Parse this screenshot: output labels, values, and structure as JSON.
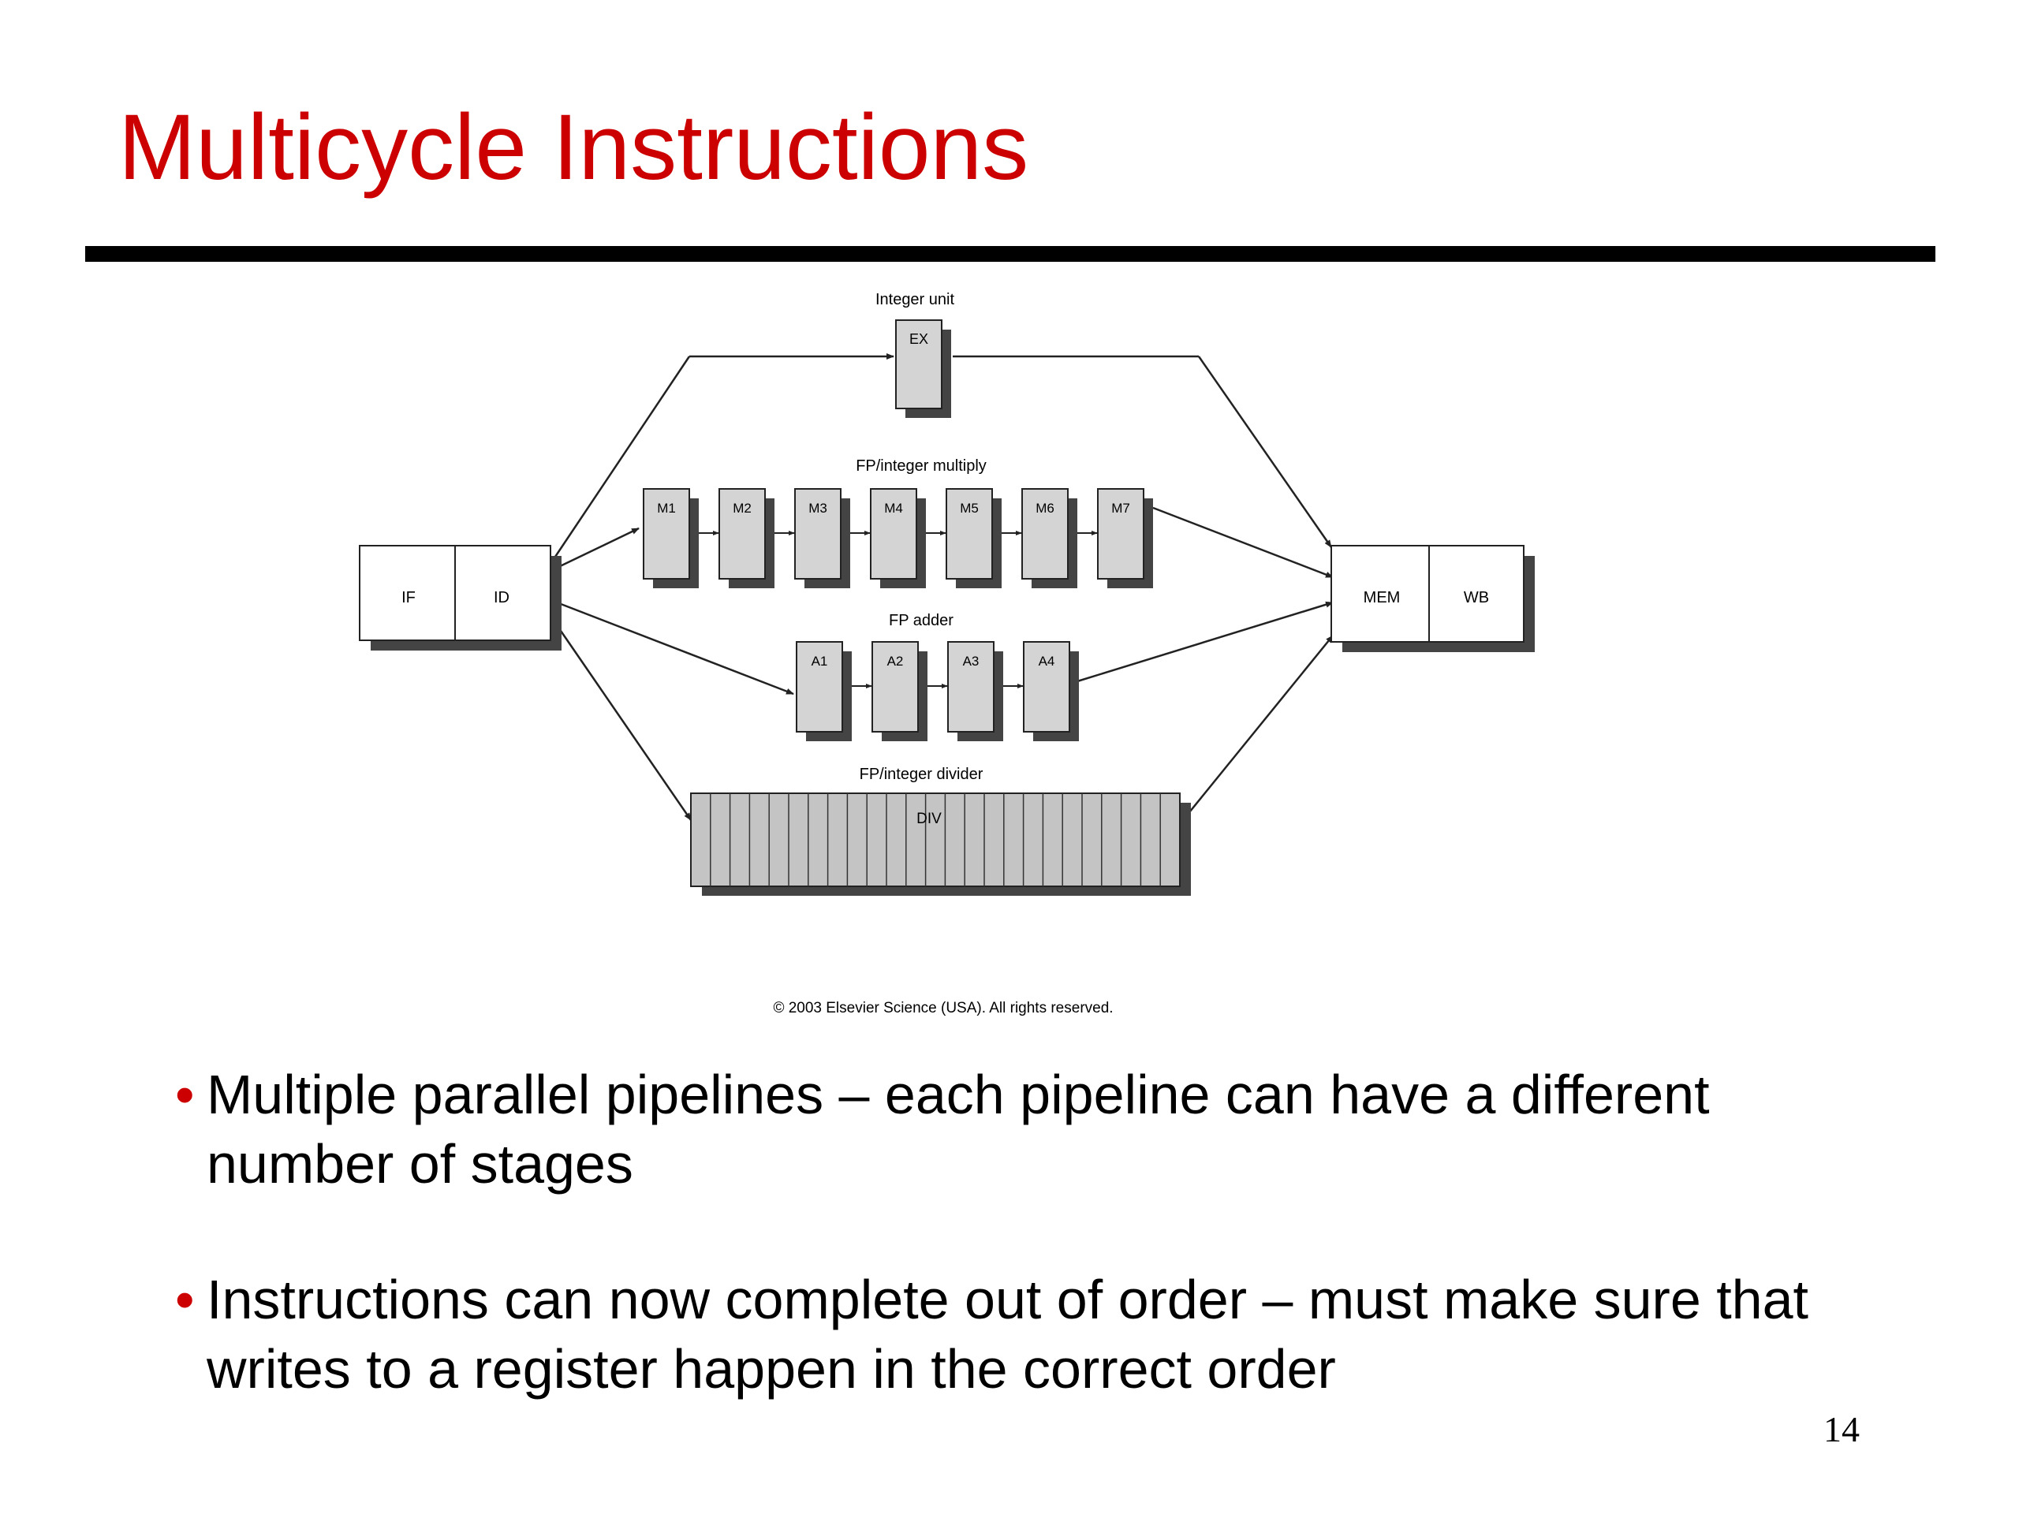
{
  "slide": {
    "title": "Multicycle Instructions",
    "page_number": "14"
  },
  "diagram": {
    "labels": {
      "integer_unit": "Integer unit",
      "fp_multiply": "FP/integer multiply",
      "fp_adder": "FP adder",
      "fp_divider": "FP/integer divider",
      "copyright": "© 2003 Elsevier Science (USA). All rights reserved."
    },
    "stages": {
      "if": "IF",
      "id": "ID",
      "ex": "EX",
      "mem": "MEM",
      "wb": "WB",
      "div": "DIV",
      "multiply": [
        "M1",
        "M2",
        "M3",
        "M4",
        "M5",
        "M6",
        "M7"
      ],
      "adder": [
        "A1",
        "A2",
        "A3",
        "A4"
      ]
    }
  },
  "bullets": [
    "Multiple parallel pipelines – each pipeline can have a different number of stages",
    "Instructions can now complete out of order – must make sure that writes to a register happen in the correct order"
  ],
  "colors": {
    "title": "#cc0000",
    "bullet_marker": "#cc0000",
    "stage_fill": "#d4d4d4",
    "box_shadow": "#555555"
  }
}
